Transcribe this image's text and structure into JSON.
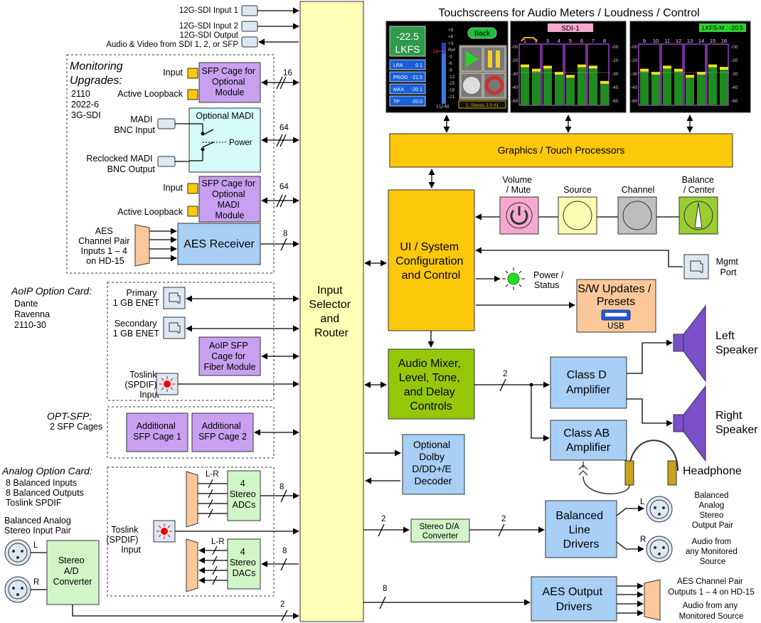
{
  "header": {
    "title": "Touchscreens for Audio Meters / Loudness / Control"
  },
  "sdi": {
    "input1": "12G-SDI Input 1",
    "input2": "12G-SDI Input 2",
    "output": "12G-SDI Output",
    "output_note": "Audio & Video from SDI 1, 2, or SFP"
  },
  "monitoring": {
    "title_line1": "Monitoring",
    "title_line2": "Upgrades:",
    "formats": [
      "2110",
      "2022-6",
      "3G-SDI"
    ],
    "sfp1": {
      "label_lines": [
        "SFP Cage for",
        "Optional",
        "Module"
      ],
      "input": "Input",
      "loopback": "Active Loopback",
      "bus": "16"
    },
    "madi": {
      "label": "Optional MADI",
      "input_lines": [
        "MADI",
        "BNC Input"
      ],
      "output_lines": [
        "Reclocked MADI",
        "BNC Output"
      ],
      "power": "Power",
      "bus": "64"
    },
    "sfp2": {
      "label_lines": [
        "SFP Cage for",
        "Optional",
        "MADI",
        "Module"
      ],
      "input": "Input",
      "loopback": "Active Loopback",
      "bus": "64"
    },
    "aes": {
      "label": "AES Receiver",
      "desc_lines": [
        "AES",
        "Channel Pair",
        "Inputs 1 – 4",
        "on HD-15"
      ],
      "bus": "8"
    }
  },
  "aoip": {
    "title": "AoIP Option Card:",
    "protocols": [
      "Dante",
      "Ravenna",
      "2110-30"
    ],
    "primary_lines": [
      "Primary",
      "1 GB ENET"
    ],
    "secondary_lines": [
      "Secondary",
      "1 GB ENET"
    ],
    "sfp_lines": [
      "AoIP SFP",
      "Cage for",
      "Fiber Module"
    ],
    "toslink_lines": [
      "Toslink",
      "(SPDIF)",
      "Input"
    ]
  },
  "optsfp": {
    "title": "OPT-SFP:",
    "desc": "2 SFP Cages",
    "cage1_lines": [
      "Additional",
      "SFP Cage 1"
    ],
    "cage2_lines": [
      "Additional",
      "SFP Cage 2"
    ]
  },
  "analog": {
    "title": "Analog Option Card:",
    "features": [
      "8 Balanced Inputs",
      "8 Balanced Outputs",
      "Toslink SPDIF"
    ],
    "stereo_pair_lines": [
      "Balanced Analog",
      "Stereo Input Pair"
    ],
    "l": "L",
    "r": "R",
    "lr": "L-R",
    "adc_lines": [
      "Stereo",
      "A/D",
      "Converter"
    ],
    "adcs_lines": [
      "4",
      "Stereo",
      "ADCs"
    ],
    "dacs_lines": [
      "4",
      "Stereo",
      "DACs"
    ],
    "toslink_lines": [
      "Toslink",
      "(SPDIF)",
      "Input"
    ],
    "bus8": "8",
    "bus2": "2"
  },
  "router": {
    "lines": [
      "Input",
      "Selector",
      "and",
      "Router"
    ]
  },
  "graphics": {
    "label": "Graphics / Touch Processors"
  },
  "ui": {
    "lines": [
      "UI / System",
      "Configuration",
      "and Control"
    ]
  },
  "controls": [
    {
      "label_lines": [
        "Volume",
        "/ Mute"
      ],
      "color": "#f7a8cf"
    },
    {
      "label_lines": [
        "Source"
      ],
      "color": "#fdfbb0"
    },
    {
      "label_lines": [
        "Channel"
      ],
      "color": "#c0c0c0"
    },
    {
      "label_lines": [
        "Balance",
        "/ Center"
      ],
      "color": "#9acd32"
    }
  ],
  "mgmt_lines": [
    "Mgmt",
    "Port"
  ],
  "power_status_lines": [
    "Power /",
    "Status"
  ],
  "sw_update": {
    "lines": [
      "S/W Updates /",
      "Presets"
    ],
    "usb": "USB"
  },
  "mixer": {
    "lines": [
      "Audio Mixer,",
      "Level, Tone,",
      "and Delay",
      "Controls"
    ],
    "bus": "2"
  },
  "class_d": {
    "lines": [
      "Class D",
      "Amplifier"
    ]
  },
  "class_ab": {
    "lines": [
      "Class AB",
      "Amplifier"
    ]
  },
  "left_speaker_lines": [
    "Left",
    "Speaker"
  ],
  "right_speaker_lines": [
    "Right",
    "Speaker"
  ],
  "headphone": "Headphone",
  "dolby": {
    "lines": [
      "Optional",
      "Dolby",
      "D/DD+/E",
      "Decoder"
    ]
  },
  "da": {
    "lines": [
      "Stereo D/A",
      "Converter"
    ],
    "bus_in": "2",
    "bus_out": "2"
  },
  "bld": {
    "lines": [
      "Balanced",
      "Line",
      "Drivers"
    ],
    "l": "L",
    "r": "R",
    "pair_lines": [
      "Balanced",
      "Analog",
      "Stereo",
      "Output Pair"
    ],
    "audio_lines": [
      "Audio from",
      "any Monitored",
      "Source"
    ]
  },
  "aes_out": {
    "lines": [
      "AES Output",
      "Drivers"
    ],
    "bus": "8",
    "desc_lines": [
      "AES Channel Pair",
      "Outputs 1 – 4  on HD-15"
    ],
    "audio_lines": [
      "Audio from any",
      "Monitored Source"
    ]
  },
  "screen1": {
    "lkfs_value": "-22.5",
    "lkfs_unit": "LKFS",
    "back": "Back",
    "stats": [
      {
        "k": "LRA",
        "v": "0.1"
      },
      {
        "k": "PROG",
        "v": "-21.5"
      },
      {
        "k": "MAX",
        "v": "-20.1"
      },
      {
        "k": "TP",
        "v": "-20.0"
      }
    ],
    "scale": [
      "+9",
      "+6",
      "+3",
      "Ref",
      "-3",
      "-6",
      "-9",
      "-12",
      "-15",
      "-18",
      "-21"
    ],
    "ref_left": "-24",
    "lu": "LU-M",
    "status": "1: Stereo 2.0 #1"
  },
  "screen2": {
    "tag": "SDI-1",
    "channels": [
      "1",
      "2",
      "3",
      "4",
      "5",
      "6",
      "7",
      "8"
    ],
    "scale": [
      "-00",
      "-20",
      "-30",
      "-40",
      "-60"
    ],
    "levels": [
      0.62,
      0.55,
      0.6,
      0.5,
      0.45,
      0.62,
      0.6,
      0.35
    ]
  },
  "screen3": {
    "tag": "LKFS-M : -20.5",
    "channels": [
      "9",
      "10",
      "11",
      "12",
      "13",
      "14",
      "15",
      "16"
    ],
    "scale": [
      "-00",
      "-20",
      "-30",
      "-40",
      "-60"
    ],
    "levels": [
      0.55,
      0.5,
      0.6,
      0.55,
      0.45,
      0.5,
      0.62,
      0.58
    ]
  },
  "colors": {
    "orange": "#fbc80a",
    "yellow": "#fefeb4",
    "purple": "#c9a0f0",
    "blue": "#a8cff5",
    "green": "#96c80a",
    "peach": "#fcc89a",
    "lightgreen": "#d2f5c8",
    "cyan": "#d6fafa"
  }
}
